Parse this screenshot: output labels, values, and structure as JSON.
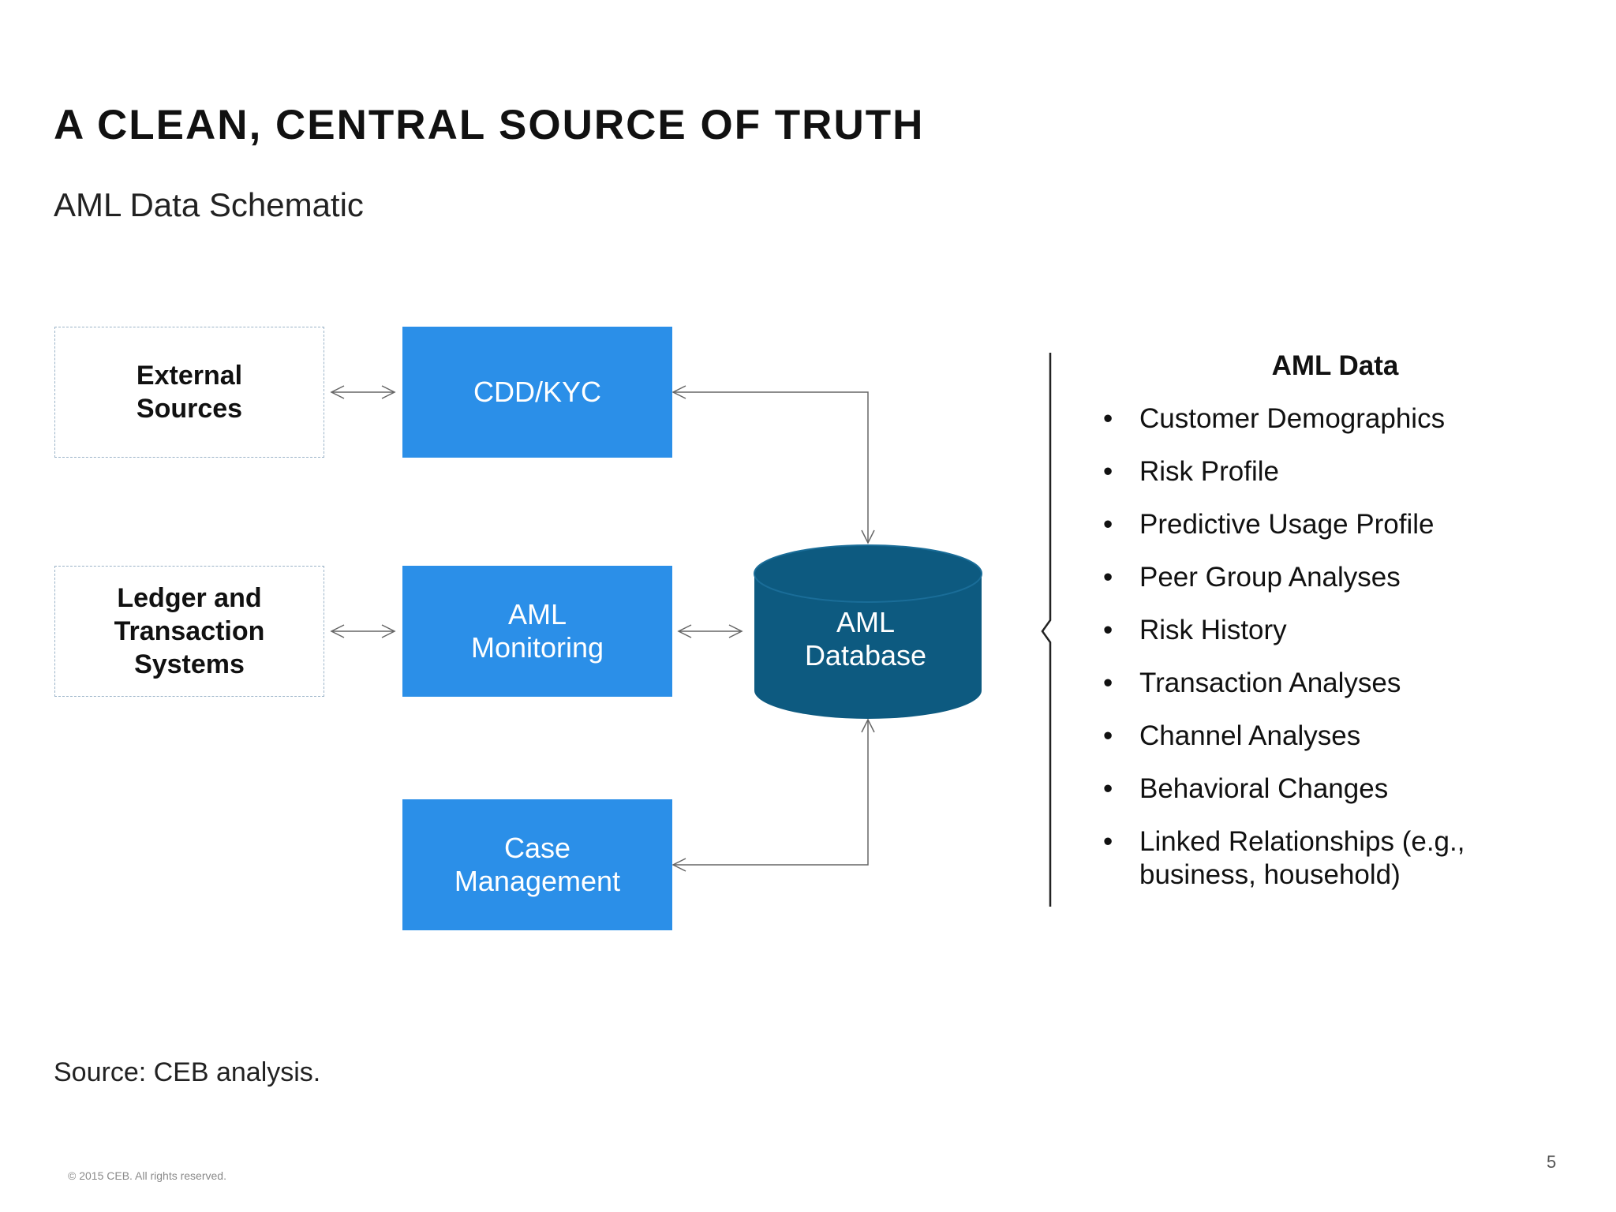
{
  "slide": {
    "title": "A CLEAN, CENTRAL SOURCE OF TRUTH",
    "subtitle": "AML Data Schematic",
    "source": "Source: CEB analysis.",
    "copyright": "© 2015 CEB. All rights reserved.",
    "page_number": "5"
  },
  "diagram": {
    "external_sources": "External\nSources",
    "ledger_systems": "Ledger and\nTransaction\nSystems",
    "cdd_kyc": "CDD/KYC",
    "aml_monitoring": "AML\nMonitoring",
    "case_management": "Case\nManagement",
    "aml_database": "AML\nDatabase"
  },
  "aml_data": {
    "title": "AML Data",
    "items": [
      "Customer Demographics",
      "Risk Profile",
      "Predictive Usage Profile",
      "Peer Group Analyses",
      "Risk History",
      "Transaction Analyses",
      "Channel Analyses",
      "Behavioral Changes",
      "Linked Relationships (e.g., business, household)"
    ]
  },
  "colors": {
    "process_box": "#2b8fe8",
    "database": "#0d5a80",
    "database_top": "#0f6590"
  }
}
